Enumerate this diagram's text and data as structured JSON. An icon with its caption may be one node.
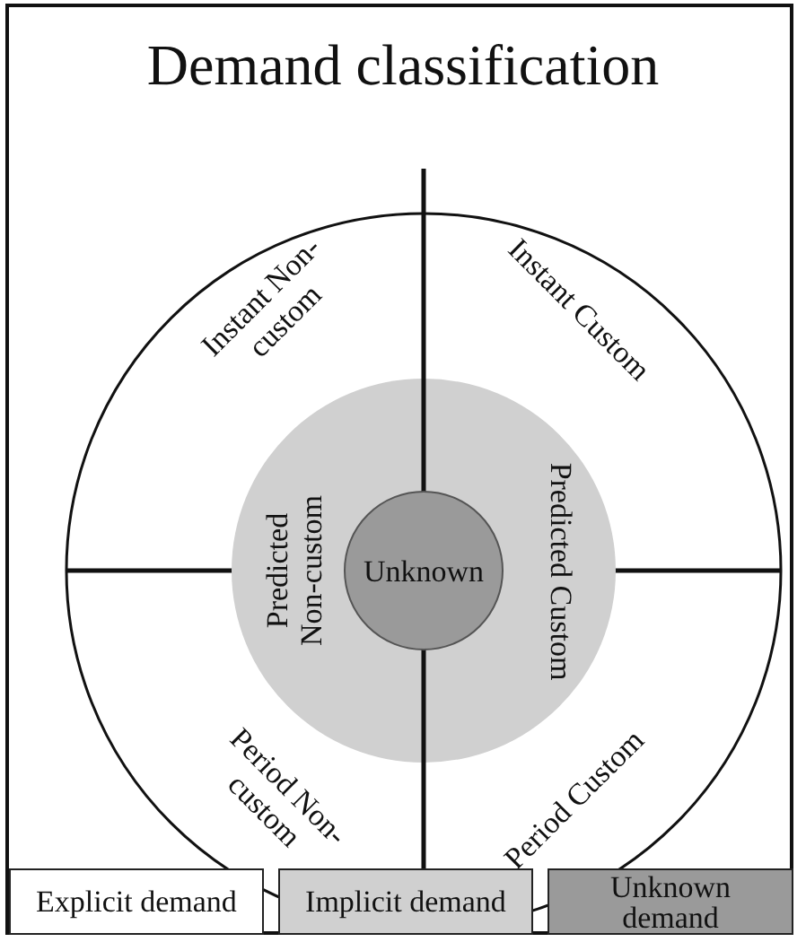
{
  "diagram": {
    "title": "Demand classification",
    "nodes": [
      {
        "text": [
          "Instant Non-custom"
        ]
      },
      {
        "text": [
          "Instant Custom"
        ]
      },
      {
        "text": [
          "Predicted Non-custom"
        ]
      },
      {
        "text": [
          "Unknown"
        ]
      },
      {
        "text": [
          "Predicted Custom"
        ]
      },
      {
        "text": [
          "Period Non-custom"
        ]
      },
      {
        "text": [
          "Period Custom"
        ]
      }
    ],
    "legend": [
      {
        "text": "Explicit demand",
        "color": "#ffffff"
      },
      {
        "text": "Implicit demand",
        "color": "#d0d0d0"
      },
      {
        "text": "Unknown demand",
        "color": "#9a9a9a"
      }
    ]
  }
}
